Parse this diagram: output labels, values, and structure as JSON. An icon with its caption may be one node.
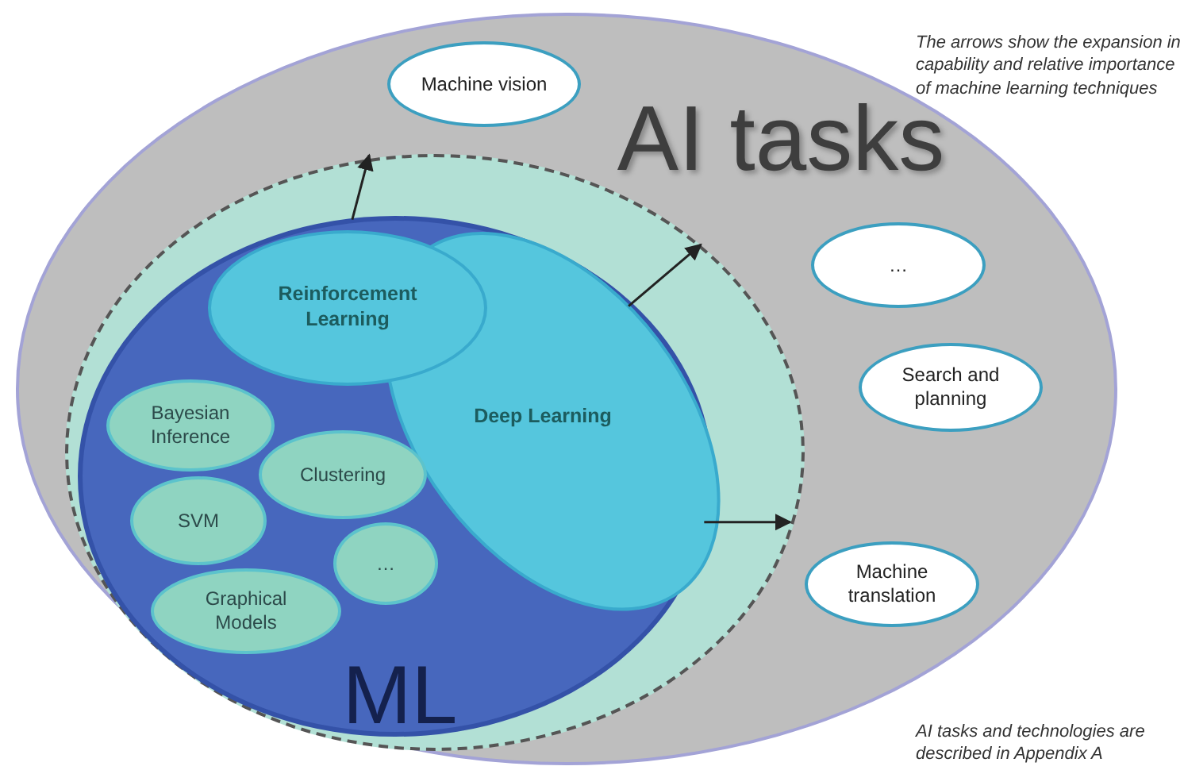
{
  "diagram": {
    "nodes": [
      {
        "text": [
          "AI tasks"
        ]
      },
      {
        "text": [],
        "shape": "circle",
        "in": 0
      },
      {
        "text": [
          "ML"
        ],
        "in": 1
      },
      {
        "text": [
          "Reinforcement Learning"
        ],
        "in": 2
      },
      {
        "text": [
          "Deep Learning"
        ],
        "in": 2
      },
      {
        "text": [
          "Bayesian Inference"
        ],
        "in": 2
      },
      {
        "text": [
          "Clustering"
        ],
        "in": 2
      },
      {
        "text": [
          "SVM"
        ],
        "in": 2
      },
      {
        "text": [
          "…"
        ],
        "in": 2
      },
      {
        "text": [
          "Graphical Models"
        ],
        "in": 2
      },
      {
        "text": [
          "Machine vision"
        ],
        "in": 0
      },
      {
        "text": [
          "…"
        ],
        "in": 0
      },
      {
        "text": [
          "Search and planning"
        ],
        "in": 0
      },
      {
        "text": [
          "Machine translation"
        ],
        "in": 0
      }
    ],
    "edges": [
      {
        "from": 3,
        "to": 1,
        "arrow": "to"
      },
      {
        "from": 4,
        "to": 1,
        "arrow": "to"
      },
      {
        "from": 4,
        "to": 1,
        "arrow": "to"
      }
    ],
    "labels": [
      "The arrows show the expansion in capability and relative importance of machine learning techniques",
      "AI tasks and technologies are described in Appendix A"
    ]
  }
}
